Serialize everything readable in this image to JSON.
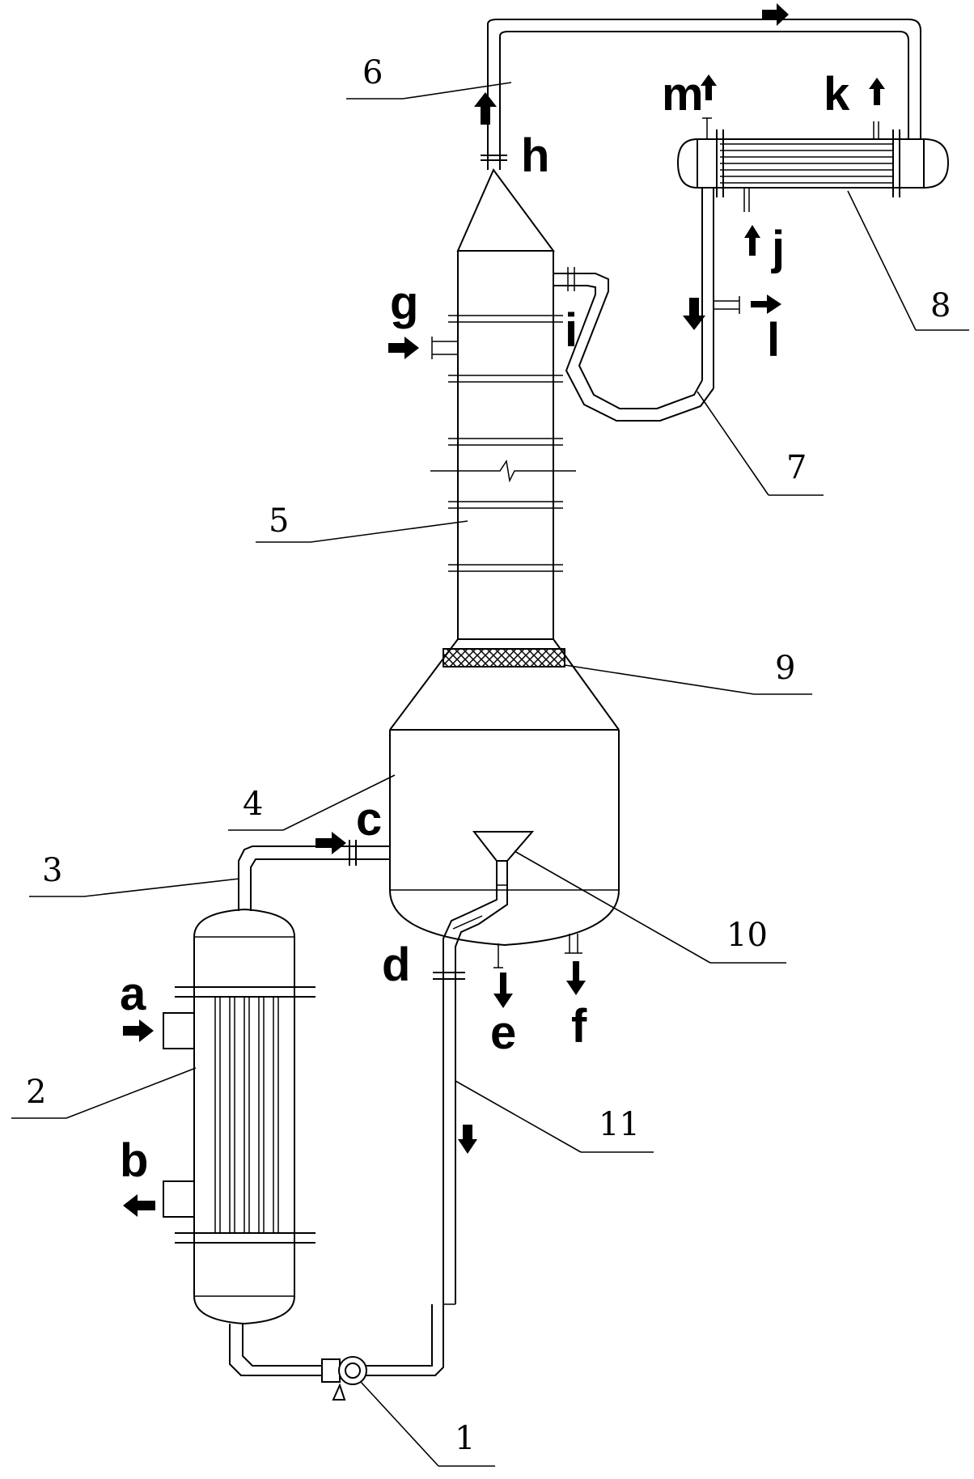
{
  "diagram": {
    "component_numbers": [
      "1",
      "2",
      "3",
      "4",
      "5",
      "6",
      "7",
      "8",
      "9",
      "10",
      "11"
    ],
    "port_letters": [
      "a",
      "b",
      "c",
      "d",
      "e",
      "f",
      "g",
      "h",
      "i",
      "j",
      "k",
      "l",
      "m"
    ],
    "line_color": "#000000",
    "background": "#ffffff"
  }
}
